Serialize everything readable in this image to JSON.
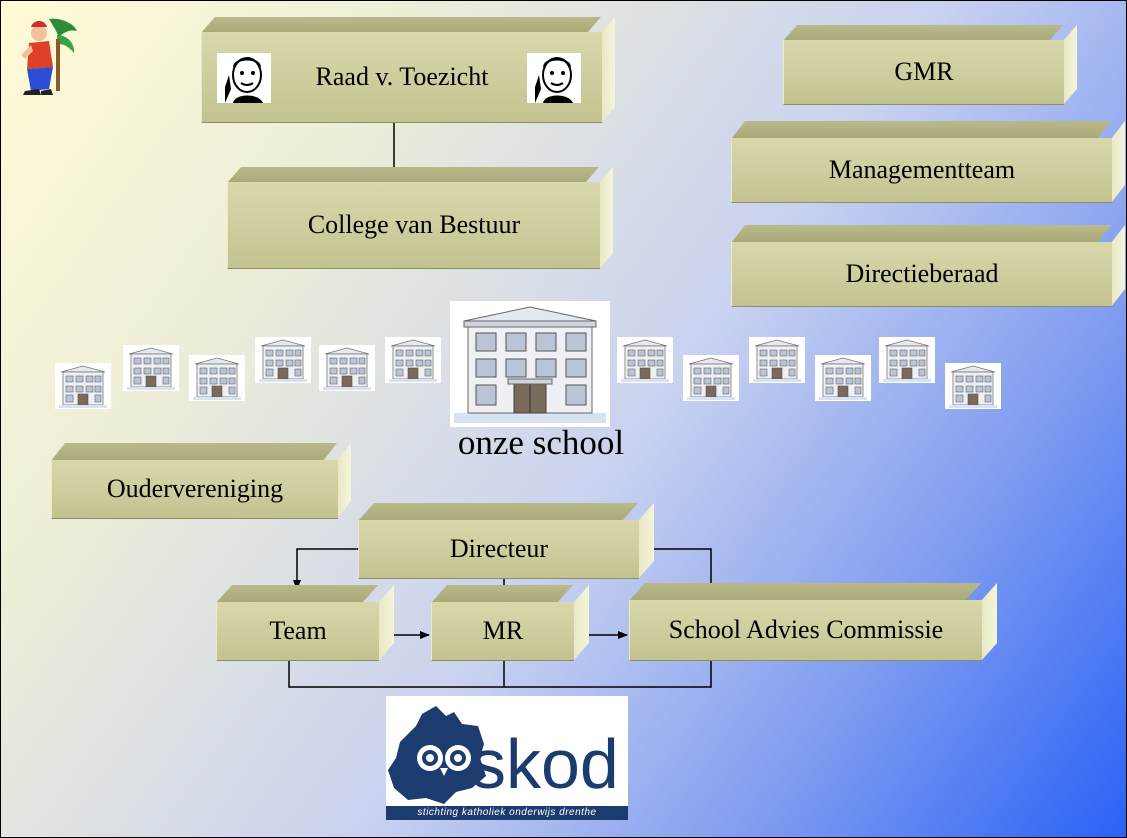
{
  "boxes": {
    "raad": "Raad v. Toezicht",
    "college": "College van Bestuur",
    "gmr": "GMR",
    "managementteam": "Managementteam",
    "directieberaad": "Directieberaad",
    "oudervereniging": "Oudervereniging",
    "directeur": "Directeur",
    "team": "Team",
    "mr": "MR",
    "sac": "School Advies Commissie"
  },
  "school_caption": "onze school",
  "logo": {
    "wordmark": "skod",
    "tagline": "stichting katholiek onderwijs drenthe"
  },
  "colors": {
    "box_face": "#c9c99a",
    "box_top": "#b2b282",
    "box_side": "#eeeecf",
    "logo_blue": "#1c3b6e"
  }
}
